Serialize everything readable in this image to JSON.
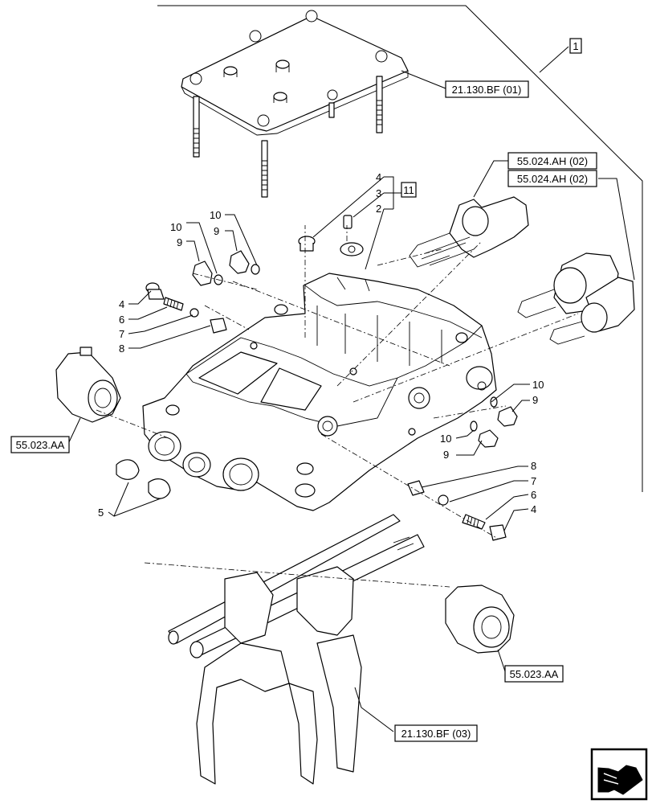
{
  "references": {
    "bf01": "21.130.BF (01)",
    "ah02_a": "55.024.AH (02)",
    "ah02_b": "55.024.AH (02)",
    "aa_left": "55.023.AA",
    "aa_right": "55.023.AA",
    "bf03": "21.130.BF (03)"
  },
  "boxed_numbers": {
    "one": "1",
    "eleven": "11"
  },
  "callouts": {
    "top_4": "4",
    "top_3": "3",
    "top_2": "2",
    "l_10a": "10",
    "l_9a": "9",
    "l_10b": "10",
    "l_9b": "9",
    "l_4": "4",
    "l_6": "6",
    "l_7": "7",
    "l_8": "8",
    "l_5": "5",
    "r_10a": "10",
    "r_9a": "9",
    "r_10b": "10",
    "r_9b": "9",
    "r_8": "8",
    "r_7": "7",
    "r_6": "6",
    "r_4": "4"
  },
  "nav_icon": "arrow-nav-icon"
}
